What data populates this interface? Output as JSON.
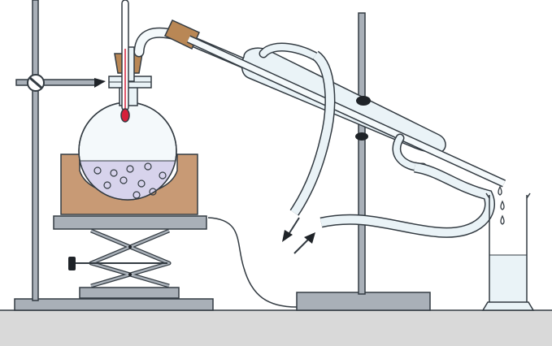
{
  "scene": {
    "colors": {
      "background": "#ffffff",
      "bench": "#d9d9d9",
      "metal": "#a9b0b8",
      "metal_dark": "#6f7780",
      "outline": "#333b42",
      "glass": "#eaf3f7",
      "glass_light": "#f4f9fb",
      "liquid": "#d7d3ec",
      "heater": "#c89a75",
      "cork": "#b98755",
      "thermometer_bulb": "#d6203a",
      "black": "#1f2328"
    },
    "components": [
      "lab-bench",
      "retort-stand-left",
      "clamp-with-screw",
      "lab-jack-scissor-lift",
      "heating-mantle",
      "round-bottom-flask",
      "boiling-chips",
      "thermometer",
      "still-head-adapter",
      "liebig-condenser",
      "water-inlet-hose",
      "water-outlet-hose",
      "retort-stand-right",
      "graduated-cylinder-receiver",
      "distillate-drops",
      "power-cable"
    ],
    "flows": [
      {
        "name": "water-out-arrow",
        "direction": "down-left"
      },
      {
        "name": "water-in-arrow",
        "direction": "up-right"
      }
    ]
  }
}
